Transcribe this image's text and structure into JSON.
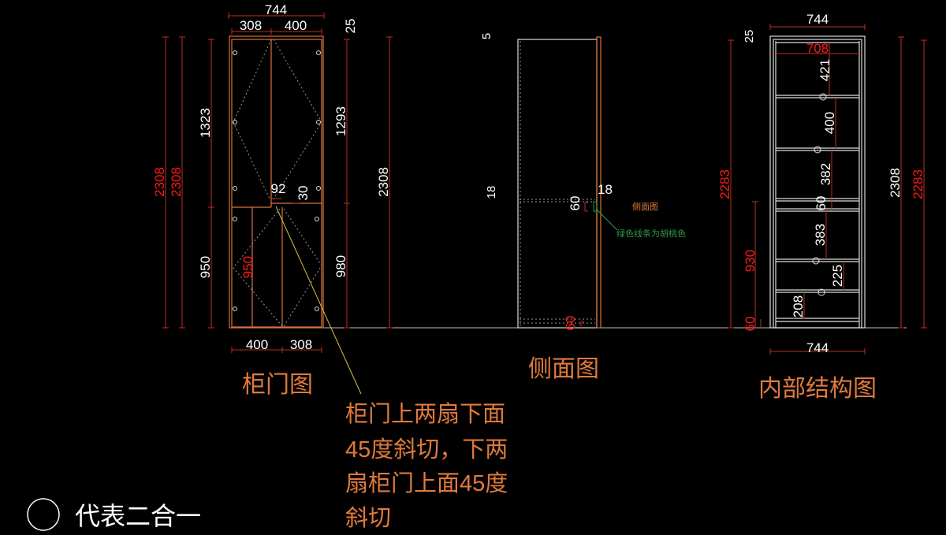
{
  "door_view": {
    "title": "柜门图",
    "dims": {
      "total_width": "744",
      "top_left": "308",
      "top_right": "400",
      "top_gap": "25",
      "left_total_a": "2308",
      "left_total_b": "2308",
      "upper_height": "1323",
      "lower_height": "950",
      "lower_inner": "950",
      "right_upper": "1293",
      "right_lower": "980",
      "right_total": "2308",
      "mid_width": "92",
      "mid_gap": "30",
      "bottom_left": "400",
      "bottom_right": "308"
    }
  },
  "side_view": {
    "title": "侧面图",
    "small_label": "侧面图",
    "note": "绿色线条为胡桃色",
    "dims": {
      "top": "5",
      "left_mid": "18",
      "right_mid": "18",
      "mid_rail": "60",
      "bottom": "60"
    }
  },
  "inner_view": {
    "title": "内部结构图",
    "dims": {
      "top_width": "744",
      "top_gap": "25",
      "inner_width": "708",
      "s1": "421",
      "s2": "400",
      "s3": "382",
      "s4": "60",
      "s5": "383",
      "s6": "225",
      "s7": "208",
      "left_total": "2283",
      "left_sub": "930",
      "plinth": "60",
      "right_total": "2308",
      "right_total2": "2283",
      "bottom_width": "744"
    }
  },
  "annotation": {
    "lines": [
      "柜门上两扇下面",
      "45度斜切，下两",
      "扇柜门上面45度",
      "斜切"
    ]
  },
  "legend": {
    "text": "代表二合一"
  },
  "colors": {
    "background": "#000000",
    "dimension": "#b8321e",
    "red_text": "#ff1a1a",
    "orange": "#e07a3c",
    "leader": "#d8c040",
    "note": "#2e9a4a"
  }
}
